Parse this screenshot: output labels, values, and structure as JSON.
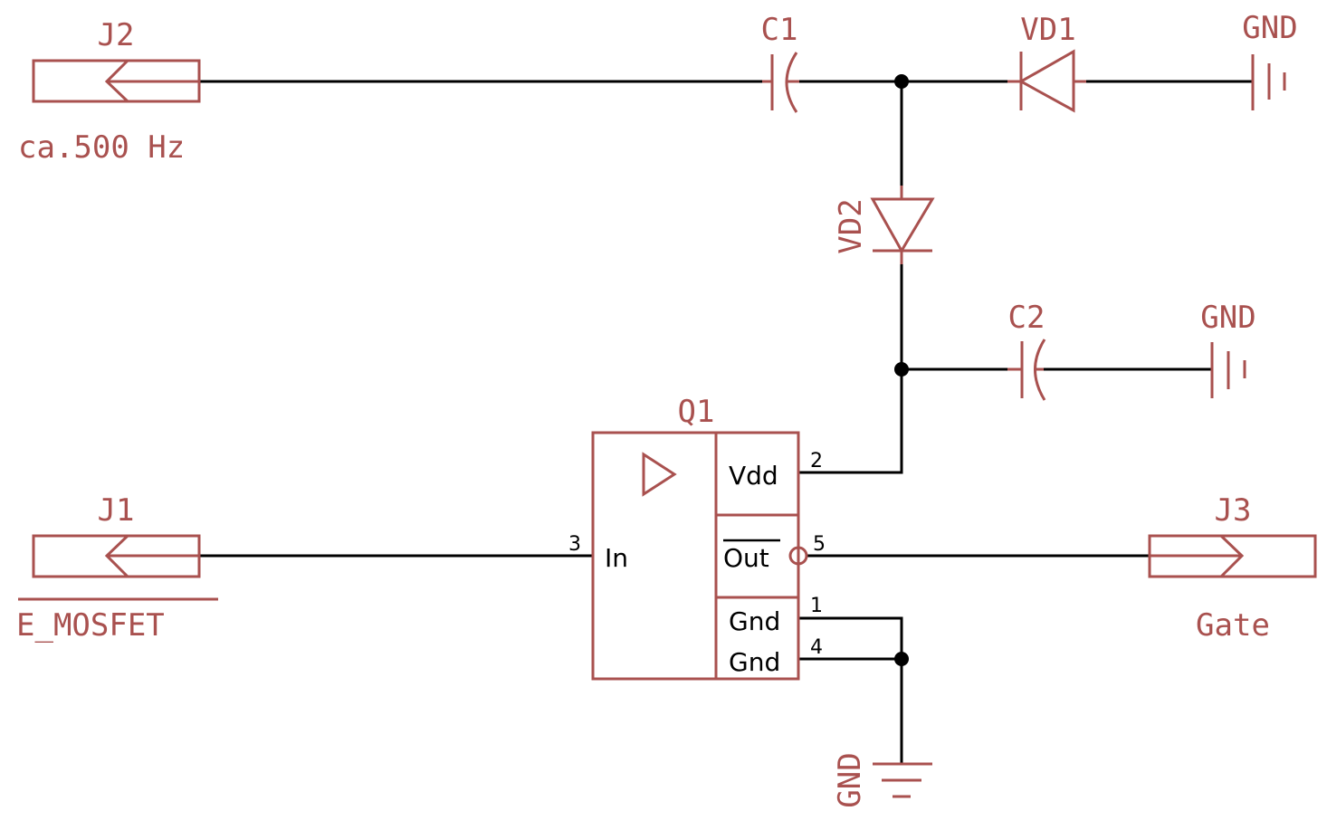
{
  "colors": {
    "part": "#a9514f",
    "wire": "#000000",
    "text": "#a9514f",
    "pin_text": "#000000",
    "background": "#ffffff"
  },
  "parts": {
    "J1": {
      "name": "J1",
      "value": "E_MOSFET",
      "value_overline": true
    },
    "J2": {
      "name": "J2",
      "value": "ca.500 Hz"
    },
    "J3": {
      "name": "J3",
      "value": "Gate"
    },
    "C1": {
      "name": "C1"
    },
    "C2": {
      "name": "C2"
    },
    "VD1": {
      "name": "VD1"
    },
    "VD2": {
      "name": "VD2"
    },
    "Q1": {
      "name": "Q1",
      "pins": {
        "in": {
          "label": "In",
          "number": "3"
        },
        "vdd": {
          "label": "Vdd",
          "number": "2"
        },
        "out": {
          "label": "Out",
          "number": "5",
          "inverted": true
        },
        "gnd1": {
          "label": "Gnd",
          "number": "1"
        },
        "gnd4": {
          "label": "Gnd",
          "number": "4"
        }
      }
    }
  },
  "ground_labels": {
    "vd1_gnd": "GND",
    "c2_gnd": "GND",
    "q1_gnd": "GND"
  },
  "icons": {
    "connector": "connector-arrow-icon",
    "ground": "ground-icon",
    "buffer": "buffer-triangle-icon"
  }
}
